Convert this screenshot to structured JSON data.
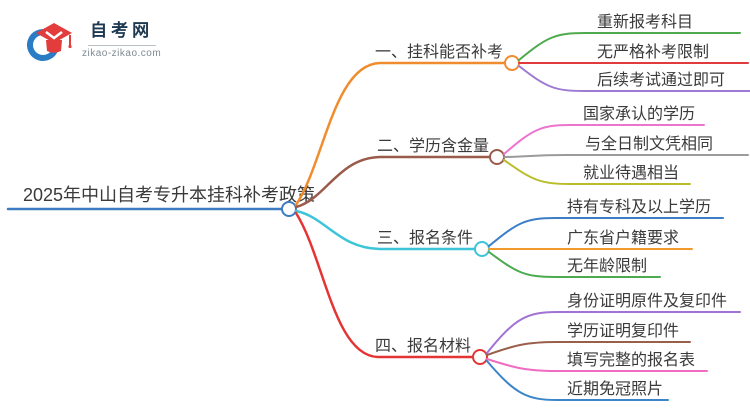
{
  "logo": {
    "site_name": "自考网",
    "site_url": "zikao-zikao.com",
    "brand_blue": "#2a7dc5",
    "brand_red": "#e23c3c"
  },
  "mindmap": {
    "root": {
      "label": "2025年中山自考专升本挂科补考政策",
      "color": "#3d7cc0"
    },
    "branches": [
      {
        "label": "一、挂科能否补考",
        "color": "#f08c2e",
        "children": [
          {
            "label": "重新报考科目",
            "color": "#4faa4e"
          },
          {
            "label": "无严格补考限制",
            "color": "#e23b3b"
          },
          {
            "label": "后续考试通过即可",
            "color": "#9e7ad2"
          }
        ]
      },
      {
        "label": "二、学历含金量",
        "color": "#9a5b4b",
        "children": [
          {
            "label": "国家承认的学历",
            "color": "#ec74cc"
          },
          {
            "label": "与全日制文凭相同",
            "color": "#9b9b9b"
          },
          {
            "label": "就业待遇相当",
            "color": "#b9bd2b"
          }
        ]
      },
      {
        "label": "三、报名条件",
        "color": "#3cc5d8",
        "children": [
          {
            "label": "持有专科及以上学历",
            "color": "#3b7ec6"
          },
          {
            "label": "广东省户籍要求",
            "color": "#f49a2d"
          },
          {
            "label": "无年龄限制",
            "color": "#4caa50"
          }
        ]
      },
      {
        "label": "四、报名材料",
        "color": "#e43434",
        "children": [
          {
            "label": "身份证明原件及复印件",
            "color": "#a172d4"
          },
          {
            "label": "学历证明复印件",
            "color": "#9a5f4b"
          },
          {
            "label": "填写完整的报名表",
            "color": "#ef6cc1"
          },
          {
            "label": "近期免冠照片",
            "color": "#3a86c9"
          }
        ]
      }
    ]
  }
}
